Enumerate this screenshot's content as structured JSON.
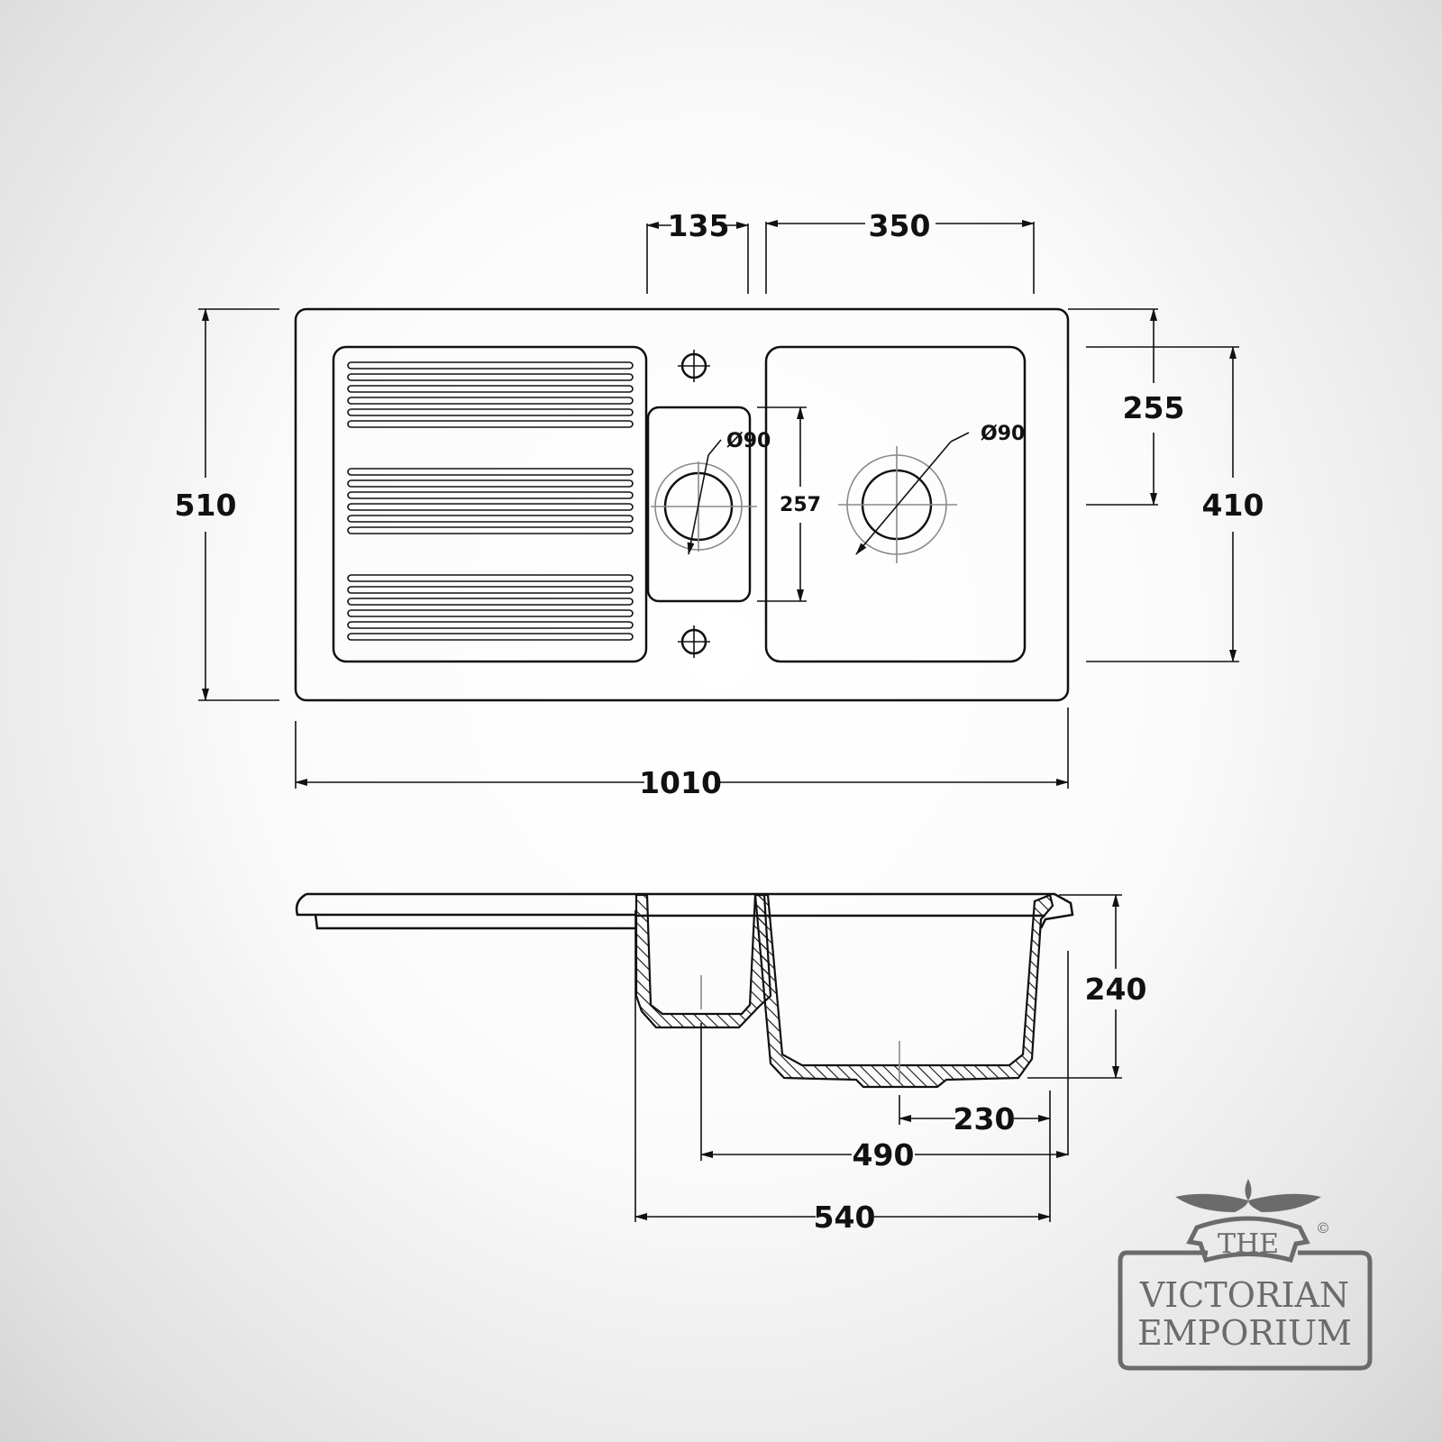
{
  "drawing": {
    "top_view": {
      "dim_tap_offset": "135",
      "dim_main_bowl_width": "350",
      "dim_overall_depth": "510",
      "dim_drain_position": "255",
      "dim_main_bowl_length": "410",
      "dim_half_bowl_length": "257",
      "dim_half_bowl_waste": "Ø90",
      "dim_main_bowl_waste": "Ø90",
      "dim_overall_width": "1010"
    },
    "side_view": {
      "dim_bowl_depth": "240",
      "dim_waste_offset": "230",
      "dim_half_waste_offset": "490",
      "dim_bowls_width": "540"
    }
  },
  "logo": {
    "line1": "THE",
    "line2": "VICTORIAN",
    "line3": "EMPORIUM",
    "copyright": "©",
    "color": "#6b6b6b"
  }
}
